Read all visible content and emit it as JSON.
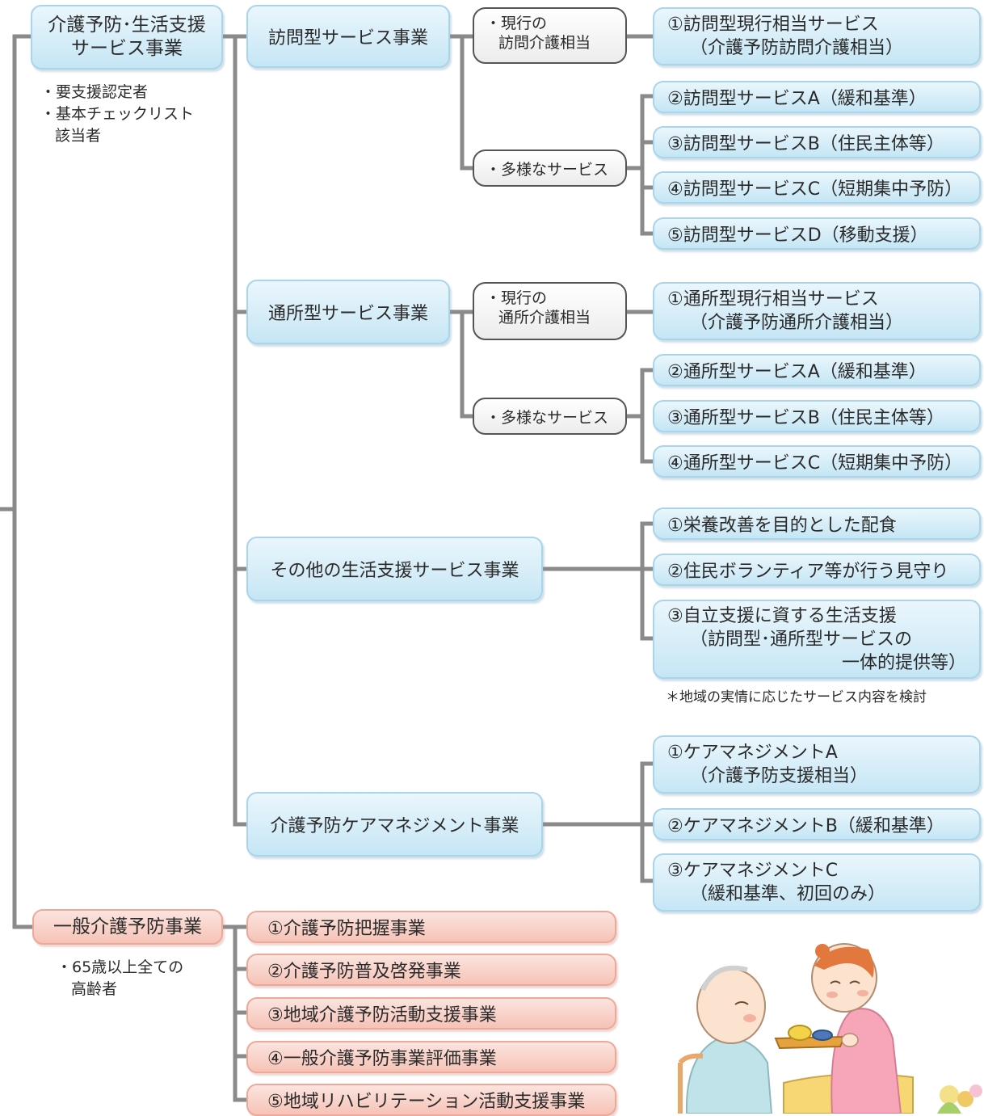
{
  "roots": {
    "main": {
      "line1": "介護予防･生活支援",
      "line2": "サービス事業"
    },
    "main_notes": [
      "・要支援認定者",
      "・基本チェックリスト",
      "該当者"
    ],
    "general": "一般介護予防事業",
    "general_note": {
      "line1": "・65歳以上全ての",
      "line2": "高齢者"
    }
  },
  "categories": {
    "houmon": "訪問型サービス事業",
    "tsusho": "通所型サービス事業",
    "sonota": "その他の生活支援サービス事業",
    "caremgmt": "介護予防ケアマネジメント事業"
  },
  "subcats": {
    "houmon_current": {
      "line1": "・現行の",
      "line2": "訪問介護相当"
    },
    "houmon_diverse": "・多様なサービス",
    "tsusho_current": {
      "line1": "・現行の",
      "line2": "通所介護相当"
    },
    "tsusho_diverse": "・多様なサービス"
  },
  "services": {
    "houmon1": {
      "line1": "①訪問型現行相当サービス",
      "line2": "（介護予防訪問介護相当）"
    },
    "houmon2": "②訪問型サービスA（緩和基準）",
    "houmon3": "③訪問型サービスB（住民主体等）",
    "houmon4": "④訪問型サービスC（短期集中予防）",
    "houmon5": "⑤訪問型サービスD（移動支援）",
    "tsusho1": {
      "line1": "①通所型現行相当サービス",
      "line2": "（介護予防通所介護相当）"
    },
    "tsusho2": "②通所型サービスA（緩和基準）",
    "tsusho3": "③通所型サービスB（住民主体等）",
    "tsusho4": "④通所型サービスC（短期集中予防）",
    "sonota1": "①栄養改善を目的とした配食",
    "sonota2": "②住民ボランティア等が行う見守り",
    "sonota3": {
      "line1": "③自立支援に資する生活支援",
      "line2": "（訪問型･通所型サービスの",
      "line3": "一体的提供等）"
    },
    "sonota_note": "＊地域の実情に応じたサービス内容を検討",
    "care1": {
      "line1": "①ケアマネジメントA",
      "line2": "（介護予防支援相当）"
    },
    "care2": "②ケアマネジメントB（緩和基準）",
    "care3": {
      "line1": "③ケアマネジメントC",
      "line2": "（緩和基準、初回のみ）"
    }
  },
  "general_items": [
    "①介護予防把握事業",
    "②介護予防普及啓発事業",
    "③地域介護予防活動支援事業",
    "④一般介護予防事業評価事業",
    "⑤地域リハビリテーション活動支援事業"
  ],
  "colors": {
    "blue_box": "#c6e6f5",
    "pink_box": "#f6c3b7",
    "connector": "#8a8a8a"
  }
}
